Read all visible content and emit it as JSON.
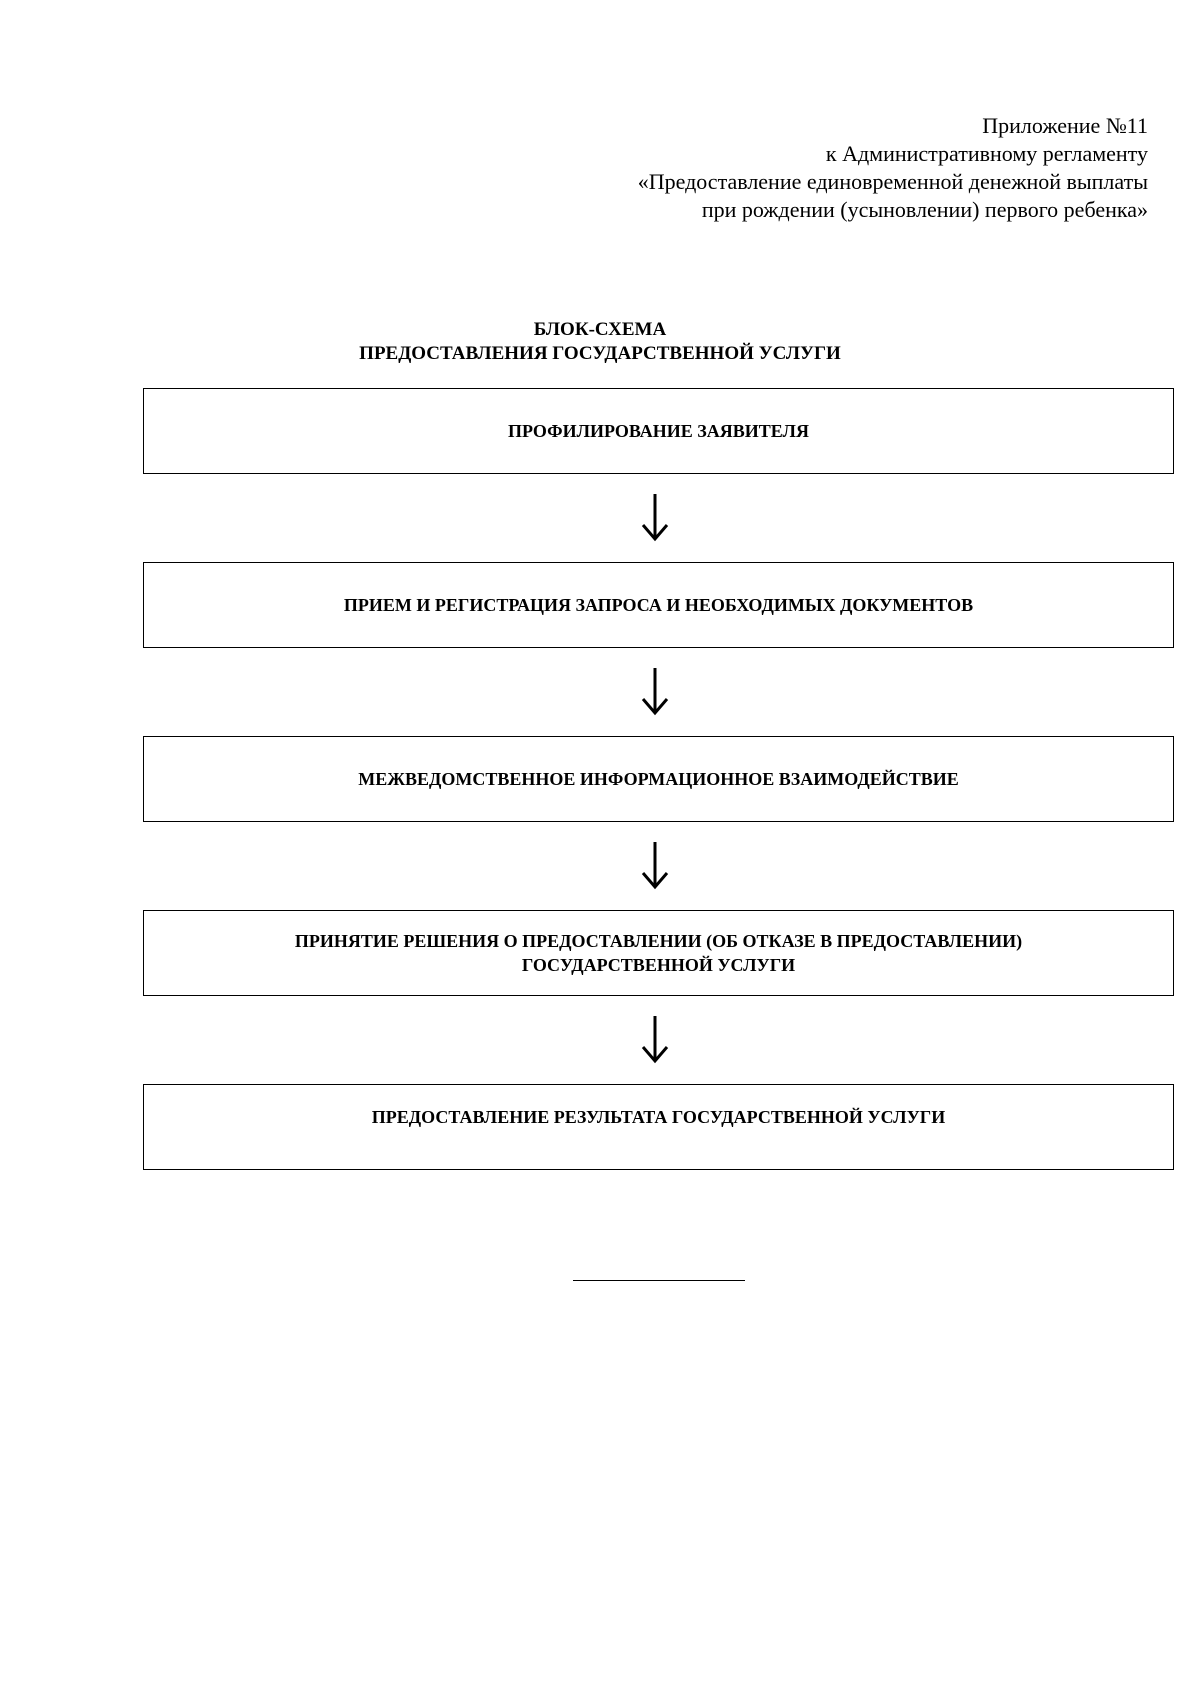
{
  "appendix": {
    "line1": "Приложение №11",
    "line2": "к Административному регламенту",
    "line3": "«Предоставление единовременной денежной выплаты",
    "line4": "при рождении (усыновлении) первого ребенка»"
  },
  "title": {
    "line1": "БЛОК-СХЕМА",
    "line2": "ПРЕДОСТАВЛЕНИЯ ГОСУДАРСТВЕННОЙ УСЛУГИ"
  },
  "steps": [
    {
      "line1": "ПРОФИЛИРОВАНИЕ ЗАЯВИТЕЛЯ"
    },
    {
      "line1": "ПРИЕМ И РЕГИСТРАЦИЯ ЗАПРОСА И НЕОБХОДИМЫХ ДОКУМЕНТОВ"
    },
    {
      "line1": "МЕЖВЕДОМСТВЕННОЕ ИНФОРМАЦИОННОЕ ВЗАИМОДЕЙСТВИЕ"
    },
    {
      "line1": "ПРИНЯТИЕ РЕШЕНИЯ О ПРЕДОСТАВЛЕНИИ (ОБ ОТКАЗЕ В ПРЕДОСТАВЛЕНИИ)",
      "line2": "ГОСУДАРСТВЕННОЙ УСЛУГИ"
    },
    {
      "line1": "ПРЕДОСТАВЛЕНИЕ РЕЗУЛЬТАТА ГОСУДАРСТВЕННОЙ УСЛУГИ"
    }
  ]
}
